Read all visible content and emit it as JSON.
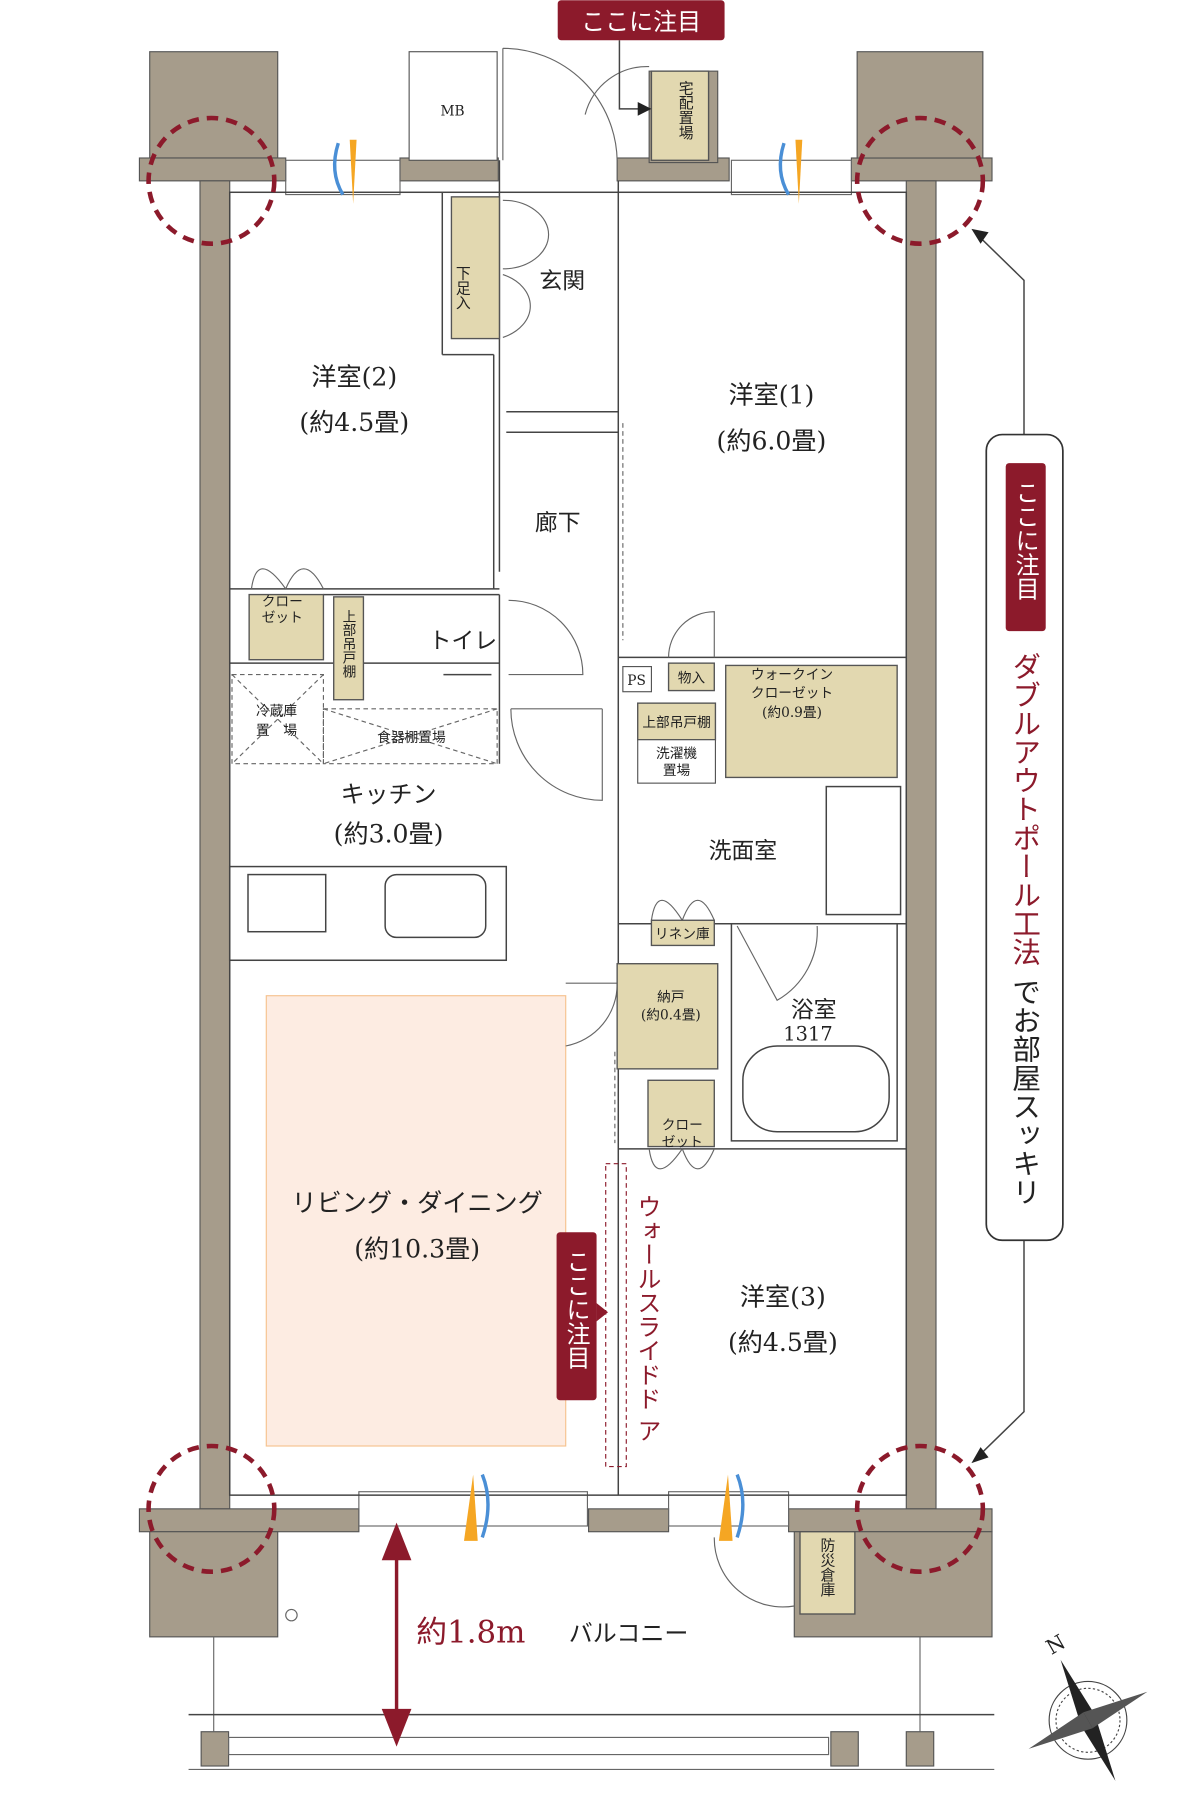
{
  "colors": {
    "wall": "#a69c8b",
    "storage": "#e2d8b0",
    "accent": "#8c1a2b",
    "living_area": "#fdece2",
    "living_border": "#f6c28e",
    "wind_blue": "#4a8fd6",
    "wind_orange": "#f5a623"
  },
  "callouts": {
    "top": "ここに注目",
    "right": "ここに注目",
    "center": "ここに注目"
  },
  "feature": {
    "red_part": "ダブルアウトポール工法",
    "black_part": "でお部屋スッキリ"
  },
  "wall_slide": "ウォールスライドド ア",
  "rooms": {
    "western2": {
      "name": "洋室(2)",
      "size": "(約4.5畳)"
    },
    "western1": {
      "name": "洋室(1)",
      "size": "(約6.0畳)"
    },
    "western3": {
      "name": "洋室(3)",
      "size": "(約4.5畳)"
    },
    "entrance": "玄関",
    "hallway": "廊下",
    "toilet": "トイレ",
    "kitchen": {
      "name": "キッチン",
      "size": "(約3.0畳)"
    },
    "washroom": "洗面室",
    "bath": {
      "name": "浴室",
      "code": "1317"
    },
    "living": {
      "name": "リビング・ダイニング",
      "size": "(約10.3畳)"
    },
    "balcony": "バルコニー",
    "balcony_depth": "約1.8m"
  },
  "storage": {
    "mb": "MB",
    "delivery": "宅配置場",
    "shoe": "下足入",
    "closet2": [
      "クロー",
      "ゼット"
    ],
    "toilet_shelf": "上部吊戸棚",
    "fridge": [
      "冷蔵庫",
      "置　場"
    ],
    "cupboard": "食器棚置場",
    "ps": "PS",
    "storage_box": "物入",
    "wic": [
      "ウォークイン",
      "クローゼット",
      "(約0.9畳)"
    ],
    "upper_shelf": "上部吊戸棚",
    "washer": [
      "洗濯機",
      "置場"
    ],
    "linen": "リネン庫",
    "nando": [
      "納戸",
      "(約0.4畳)"
    ],
    "closet3": [
      "クロー",
      "ゼット"
    ],
    "disaster": "防災倉庫"
  },
  "compass": "N"
}
